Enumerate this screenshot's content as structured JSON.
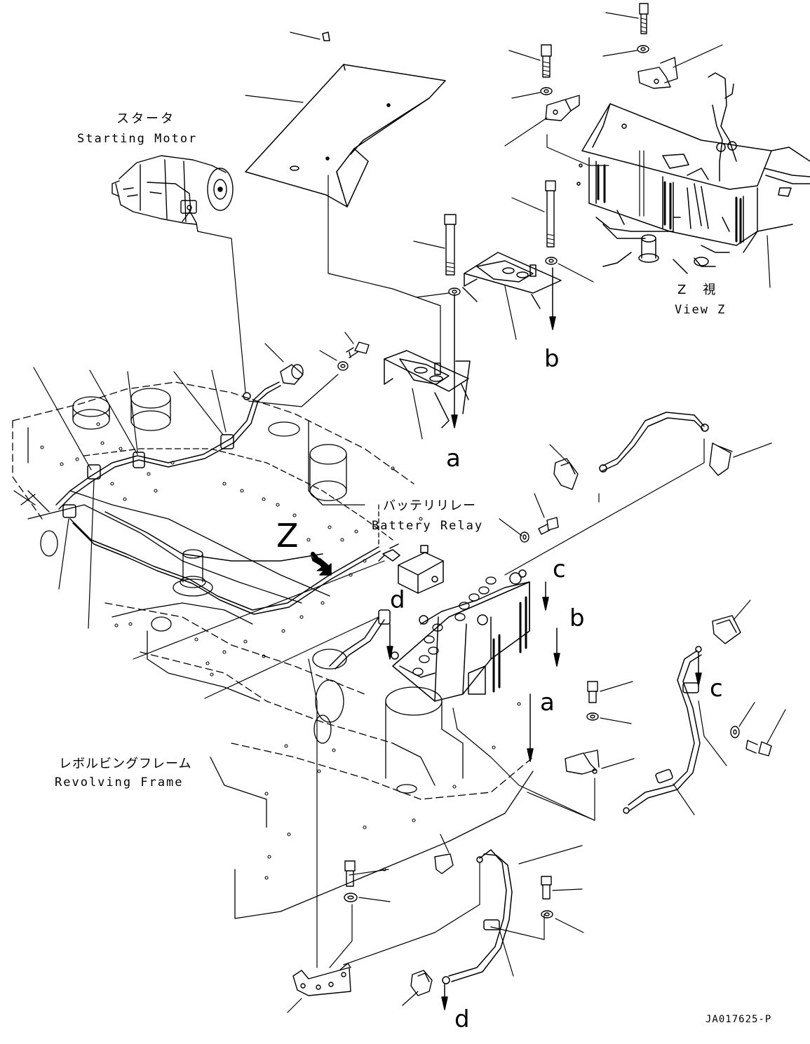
{
  "labels": {
    "starter_jp": "スタータ",
    "starter_en": "Starting Motor",
    "relay_jp": "バッテリリレー",
    "relay_en": "Battery Relay",
    "frame_jp": "レボルビングフレーム",
    "frame_en": "Revolving Frame",
    "viewz_jp": "Z　視",
    "viewz_en": "View Z",
    "z_arrow": "Z",
    "drawing_code": "JA017625-P"
  },
  "refs": {
    "a1": "a",
    "b1": "b",
    "c1": "c",
    "b2": "b",
    "a2": "a",
    "c2": "c",
    "d1": "d",
    "d2": "d"
  }
}
